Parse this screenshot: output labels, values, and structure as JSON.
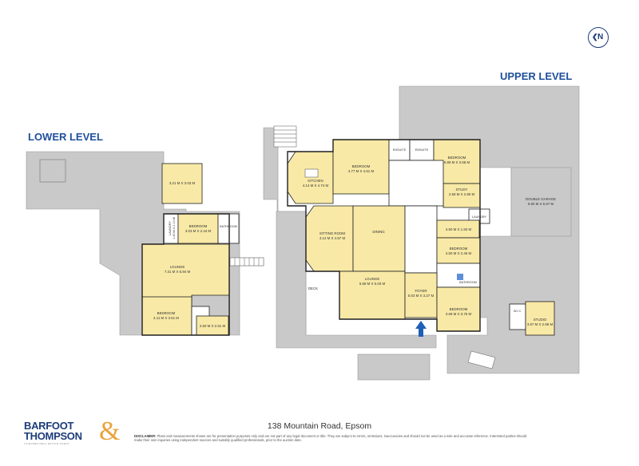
{
  "header": {
    "compass_letter": "N",
    "compass_arrow": "❮"
  },
  "levels": {
    "lower": "LOWER LEVEL",
    "upper": "UPPER LEVEL"
  },
  "lower_rooms": {
    "room_top": "3.21 M X 3.03 M",
    "laundry_label": "LAUNDRY",
    "laundry_dims": "1.40 M X 2.14 M",
    "bedroom_label": "BEDROOM",
    "bedroom_dims": "3.03 M X 2.44 M",
    "bathroom_label": "BATHROOM",
    "lounge_label": "LOUNGE",
    "lounge_dims": "7.31 M X 5.94 M",
    "bedroom2_label": "BEDROOM",
    "bedroom2_dims": "4.11 M X 3.51 M",
    "room_small": "2.50 M X 2.51 M"
  },
  "upper_rooms": {
    "kitchen_label": "KITCHEN",
    "kitchen_dims": "4.14 M X 4.74 M",
    "bedroom_a_label": "BEDROOM",
    "bedroom_a_dims": "4.77 M X 4.51 M",
    "ensuite_a": "ENSUITE",
    "ensuite_b": "ENSUITE",
    "bedroom_b_label": "BEDROOM",
    "bedroom_b_dims": "5.89 M X 3.68 M",
    "study_label": "STUDY",
    "study_dims": "2.58 M X 2.80 M",
    "garage_label": "DOUBLE GARAGE",
    "garage_dims": "5.80 M X 5.67 M",
    "sitting_label": "SITTING ROOM",
    "sitting_dims": "4.12 M X 4.67 M",
    "dining_label": "DINING",
    "laundry_label": "LAUNDRY",
    "room_mid": "4.50 M X 1.83 M",
    "bedroom_c_label": "BEDROOM",
    "bedroom_c_dims": "4.50 M X 2.46 M",
    "bathroom_label": "BATHROOM",
    "lounge_label": "LOUNGE",
    "lounge_dims": "5.59 M X 5.03 M",
    "foyer_label": "FOYER",
    "foyer_dims": "5.03 M X 3.27 M",
    "deck_label": "DECK",
    "bedroom_d_label": "BEDROOM",
    "bedroom_d_dims": "3.68 M X 3.75 M",
    "wic_label": "W.I.C.",
    "studio_label": "STUDIO",
    "studio_dims": "3.67 M X 2.68 M"
  },
  "footer": {
    "address": "138 Mountain Road, Epsom",
    "disclaimer_title": "DISCLAIMER:",
    "disclaimer_text": "Plans and measurements shown are for presentation purposes only and are not part of any legal document or title. They are subject to errors, omissions, inaccuracies and should not be used as a sole and accurate reference. Interested parties should make their own inquiries using independent sources and suitably qualified professionals, prior to the auction date.",
    "logo_line1": "BARFOOT",
    "logo_line2": "THOMPSON",
    "logo_amp": "&",
    "logo_tagline": "LICENSED REAL ESTATE AGENT"
  },
  "colors": {
    "room_fill": "#f8e9a6",
    "level_title": "#1f4f9c",
    "ground": "#c9c9c9",
    "entry_arrow": "#1f5fb8"
  }
}
